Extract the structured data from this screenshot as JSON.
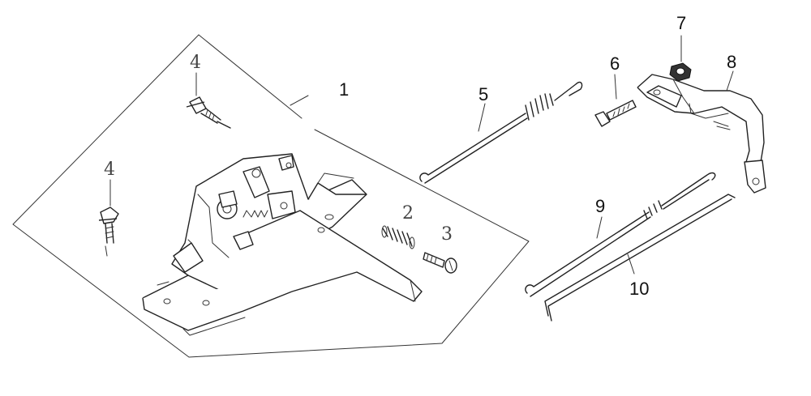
{
  "diagram": {
    "callouts": [
      "1",
      "2",
      "3",
      "4",
      "4",
      "5",
      "6",
      "7",
      "8",
      "9",
      "10"
    ]
  }
}
